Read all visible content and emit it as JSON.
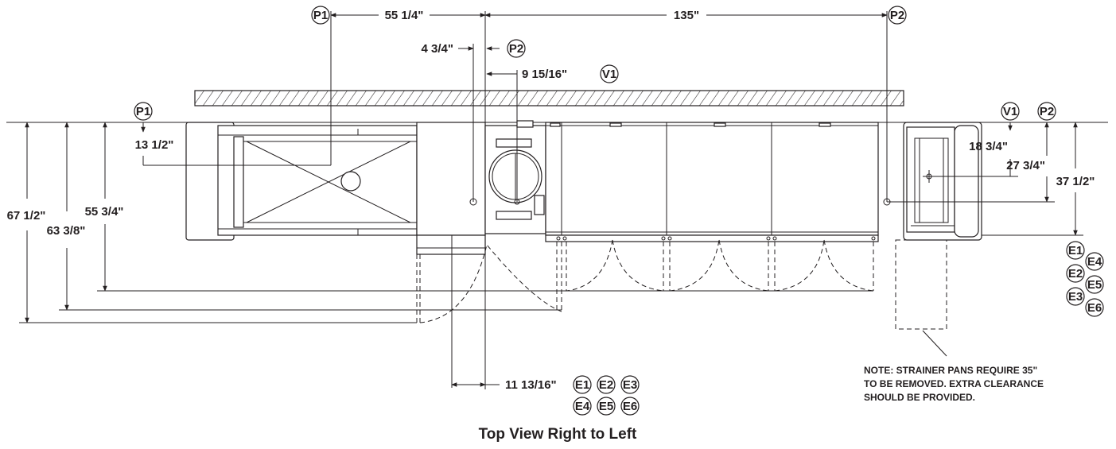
{
  "title": "Top View Right to Left",
  "dimensions": {
    "d_55_1_4": "55 1/4\"",
    "d_135": "135\"",
    "d_4_3_4": "4 3/4\"",
    "d_9_15_16": "9 15/16\"",
    "d_13_1_2": "13 1/2\"",
    "d_67_1_2": "67 1/2\"",
    "d_63_3_8": "63 3/8\"",
    "d_55_3_4": "55 3/4\"",
    "d_18_3_4": "18 3/4\"",
    "d_27_3_4": "27 3/4\"",
    "d_37_1_2": "37 1/2\"",
    "d_11_13_16": "11 13/16\""
  },
  "callouts": {
    "p1": "P1",
    "p2": "P2",
    "v1": "V1",
    "e1": "E1",
    "e2": "E2",
    "e3": "E3",
    "e4": "E4",
    "e5": "E5",
    "e6": "E6"
  },
  "note": {
    "line1": "NOTE: STRAINER PANS REQUIRE 35\"",
    "line2": "TO BE REMOVED. EXTRA CLEARANCE",
    "line3": "SHOULD BE PROVIDED."
  }
}
